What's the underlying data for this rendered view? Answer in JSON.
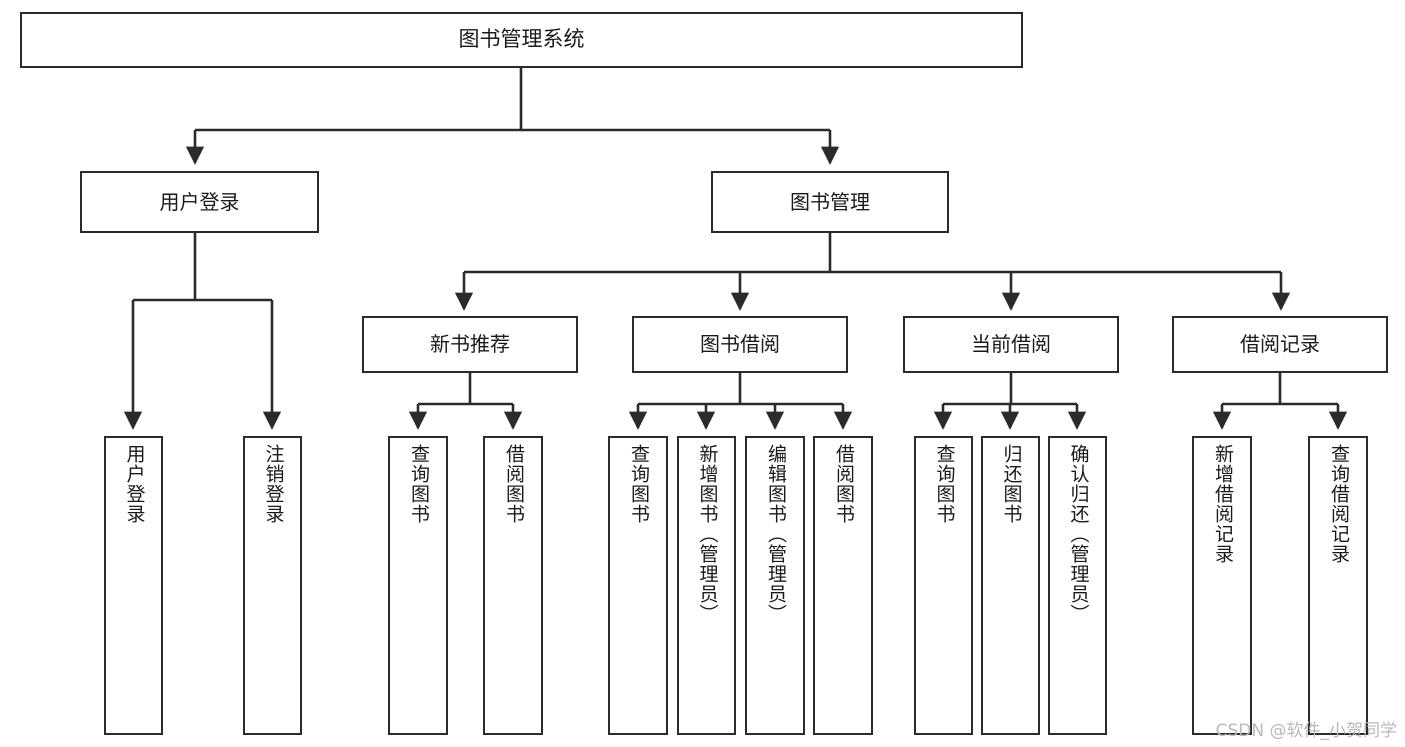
{
  "diagram": {
    "title": "图书管理系统",
    "watermark": "CSDN @软件_小贺同学",
    "line_color": "#2b2b2b",
    "background_color": "#ffffff",
    "text_color": "#1a1a1a",
    "watermark_color": "#b9b9b9"
  },
  "nodes": {
    "root": {
      "label": "图书管理系统"
    },
    "level1": [
      {
        "label": "用户登录"
      },
      {
        "label": "图书管理"
      }
    ],
    "level2": [
      {
        "label": "新书推荐"
      },
      {
        "label": "图书借阅"
      },
      {
        "label": "当前借阅"
      },
      {
        "label": "借阅记录"
      }
    ],
    "leaves": {
      "user_login": [
        {
          "label": "用户登录"
        },
        {
          "label": "注销登录"
        }
      ],
      "new_book_recommend": [
        {
          "label": "查询图书"
        },
        {
          "label": "借阅图书"
        }
      ],
      "book_borrow": [
        {
          "label": "查询图书"
        },
        {
          "label": "新增图书（管理员）"
        },
        {
          "label": "编辑图书（管理员）"
        },
        {
          "label": "借阅图书"
        }
      ],
      "current_borrow": [
        {
          "label": "查询图书"
        },
        {
          "label": "归还图书"
        },
        {
          "label": "确认归还（管理员）"
        }
      ],
      "borrow_record": [
        {
          "label": "新增借阅记录"
        },
        {
          "label": "查询借阅记录"
        }
      ]
    }
  }
}
